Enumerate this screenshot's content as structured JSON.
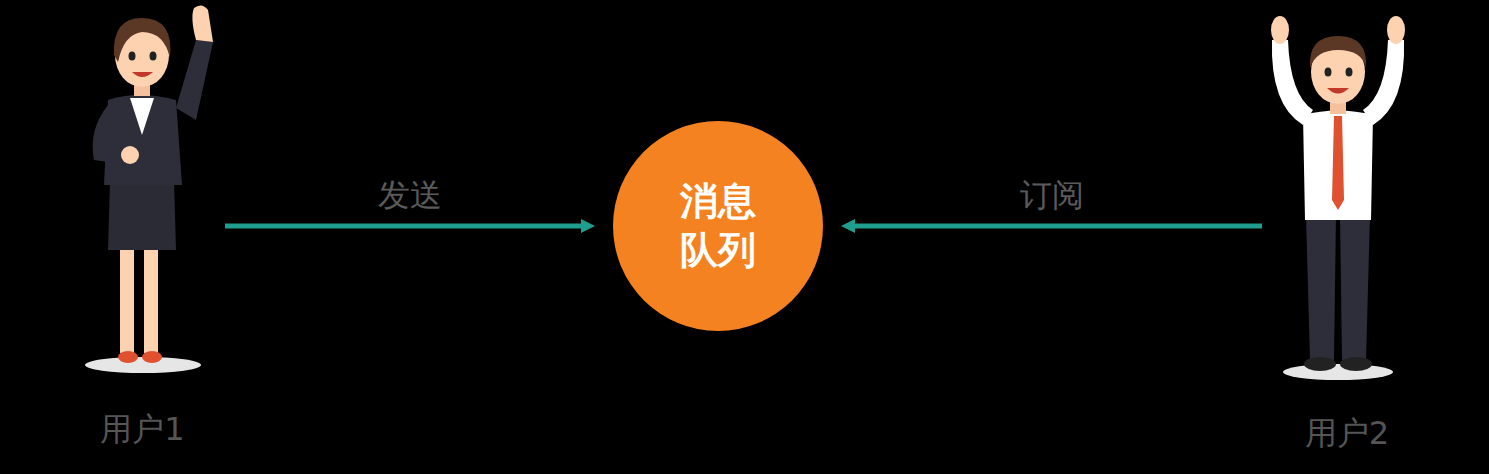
{
  "diagram": {
    "nodes": [
      {
        "text": [
          "用户1"
        ]
      },
      {
        "text": [
          "消息 队列"
        ]
      },
      {
        "text": [
          "用户2"
        ]
      }
    ],
    "edges": [
      {
        "from": 0,
        "to": 1,
        "label": "发送",
        "arrow": "to"
      },
      {
        "from": 2,
        "to": 1,
        "label": "订阅",
        "arrow": "to"
      }
    ]
  }
}
